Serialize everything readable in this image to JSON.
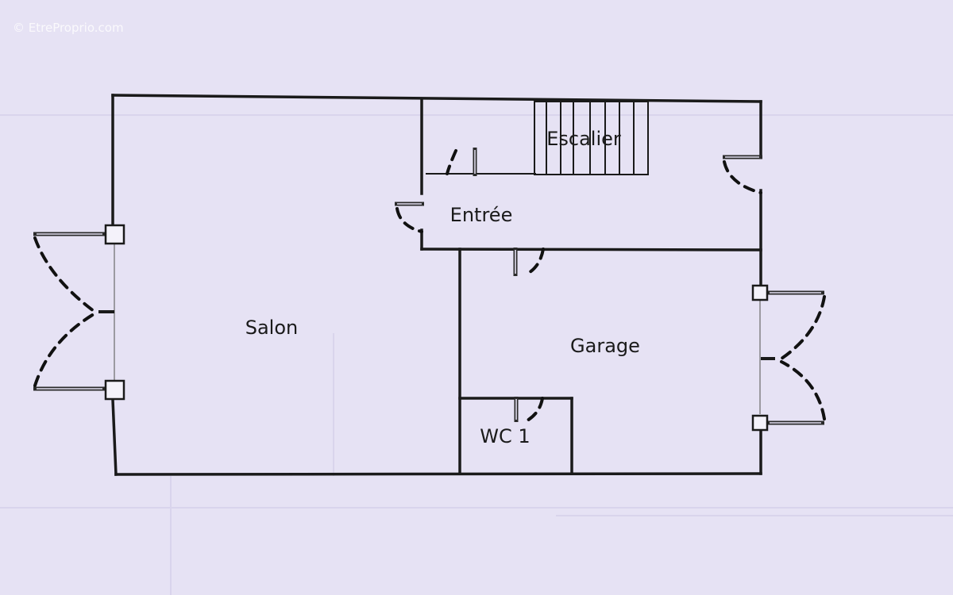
{
  "watermark": "© EtreProprio.com",
  "rooms": {
    "salon": "Salon",
    "escalier": "Escalier",
    "entree": "Entrée",
    "garage": "Garage",
    "wc": "WC 1"
  },
  "colors": {
    "background": "#e6e2f4",
    "line": "#1a1a1a"
  }
}
